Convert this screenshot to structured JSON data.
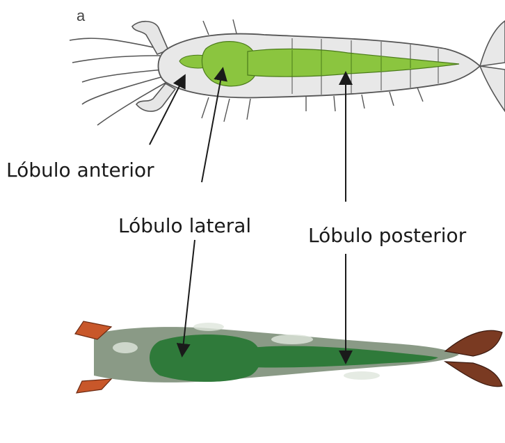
{
  "panel_letter": "a",
  "labels": {
    "anterior": "Lóbulo anterior",
    "lateral": "Lóbulo lateral",
    "posterior": "Lóbulo posterior"
  },
  "colors": {
    "hepatopancreas_green": "#8bc53f",
    "shrimp_outline": "#555555",
    "shrimp_body": "#e8e8e8",
    "tissue_green": "#2f7a3a",
    "tail_orange": "#c8572a",
    "arrow": "#1a1a1a"
  },
  "icons": {
    "top_drawing": "shrimp-line-drawing-icon",
    "bottom_photo": "dissected-shrimp-photo-icon"
  }
}
